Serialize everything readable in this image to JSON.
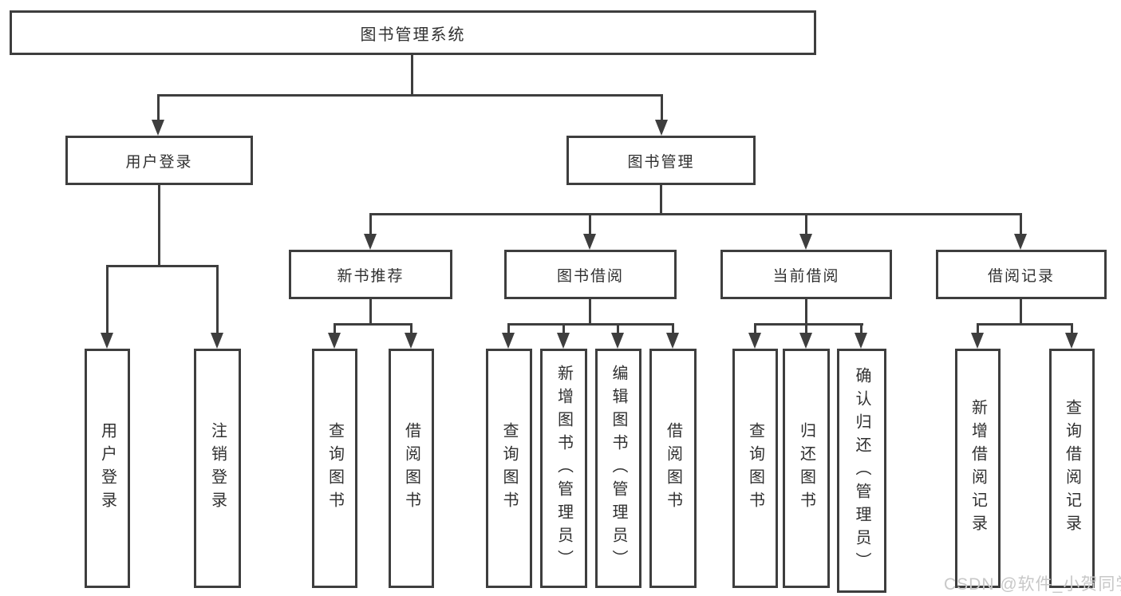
{
  "diagram": {
    "title": "图书管理系统",
    "level2": [
      {
        "label": "用户登录"
      },
      {
        "label": "图书管理"
      }
    ],
    "level3": [
      {
        "label": "新书推荐"
      },
      {
        "label": "图书借阅"
      },
      {
        "label": "当前借阅"
      },
      {
        "label": "借阅记录"
      }
    ],
    "leaves": [
      {
        "label": "用户登录"
      },
      {
        "label": "注销登录"
      },
      {
        "label": "查询图书"
      },
      {
        "label": "借阅图书"
      },
      {
        "label": "查询图书"
      },
      {
        "label": "新增图书（管理员）"
      },
      {
        "label": "编辑图书（管理员）"
      },
      {
        "label": "借阅图书"
      },
      {
        "label": "查询图书"
      },
      {
        "label": "归还图书"
      },
      {
        "label": "确认归还（管理员）"
      },
      {
        "label": "新增借阅记录"
      },
      {
        "label": "查询借阅记录"
      }
    ],
    "watermark": "CSDN @软件_小贺同学",
    "colors": {
      "line": "#3e3e3e",
      "text": "#303030",
      "background": "#ffffff",
      "watermark": "#c8c8c8"
    }
  }
}
